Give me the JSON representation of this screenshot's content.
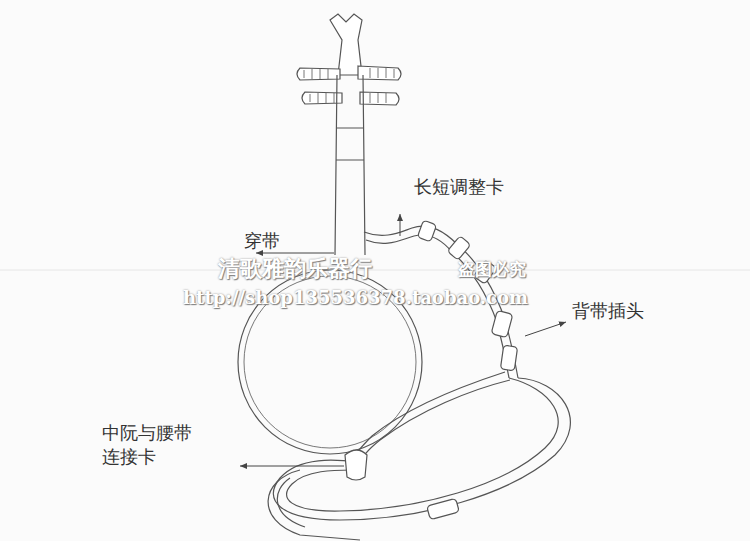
{
  "diagram": {
    "labels": [
      "长短调整卡",
      "穿带",
      "背带插头",
      "中阮与腰带 连接卡",
      "清歌雅韵乐器行",
      "盗图必究",
      "http://shop135536378.taobao.com"
    ]
  }
}
